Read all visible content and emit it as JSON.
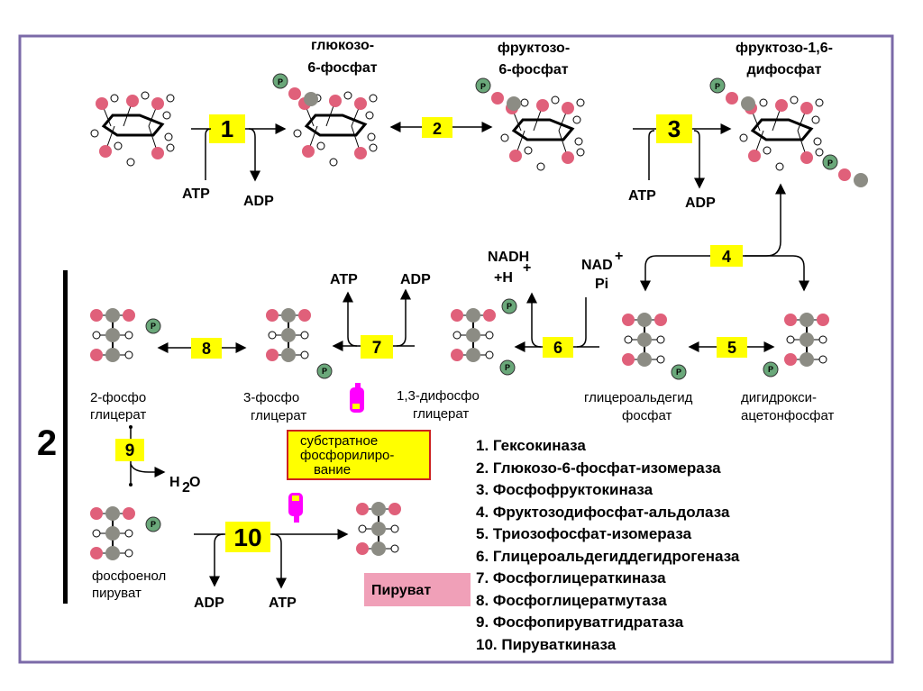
{
  "title_number": "2",
  "compounds": {
    "g6p": [
      "глюкозо-",
      "6-фосфат"
    ],
    "f6p": [
      "фруктозо-",
      "6-фосфат"
    ],
    "f16bp": [
      "фруктозо-1,6-",
      "дифосфат"
    ],
    "pg2": [
      "2-фосфо",
      "глицерат"
    ],
    "pg3": [
      "3-фосфо",
      "глицерат"
    ],
    "bpg13": [
      "1,3-дифосфо",
      "глицерат"
    ],
    "gap": [
      "глицероальдегид",
      "фосфат"
    ],
    "dhap": [
      "дигидрокси-",
      "ацетонфосфат"
    ],
    "pep": [
      "фосфоенол",
      "пируват"
    ],
    "pyruvate": "Пируват"
  },
  "steps": [
    "1",
    "2",
    "3",
    "4",
    "5",
    "6",
    "7",
    "8",
    "9",
    "10"
  ],
  "cofactors": {
    "atp": "ATP",
    "adp": "ADP",
    "nadh": "NADH",
    "h_plus": "+H",
    "plus": "+",
    "nad": "NAD",
    "pi": "Pi",
    "h2o_h": "H",
    "h2o_2": "2",
    "h2o_o": "O",
    "phosphate": "P"
  },
  "substrate_note": [
    "субстратное",
    "фосфорилиро-",
    "вание"
  ],
  "legend": [
    "1. Гексокиназа",
    "2. Глюкозо-6-фосфат-изомераза",
    "3. Фосфофруктокиназа",
    "4. Фруктозодифосфат-альдолаза",
    "5. Триозофосфат-изомераза",
    "6. Глицероальдегиддегидрогеназа",
    "7. Фосфоглицераткиназа",
    "8. Фосфоглицератмутаза",
    "9. Фосфопируватгидратаза",
    "10. Пируваткиназа"
  ],
  "colors": {
    "frame": "#7b6aa8",
    "step_box": "#ffff00",
    "oxygen": "#e0607a",
    "carbon": "#8c8c84",
    "phosphate": "#6aa87a",
    "pyruvate_box": "#f0a0b8",
    "note_border": "#cc2020",
    "hand": "#ff00ff"
  }
}
